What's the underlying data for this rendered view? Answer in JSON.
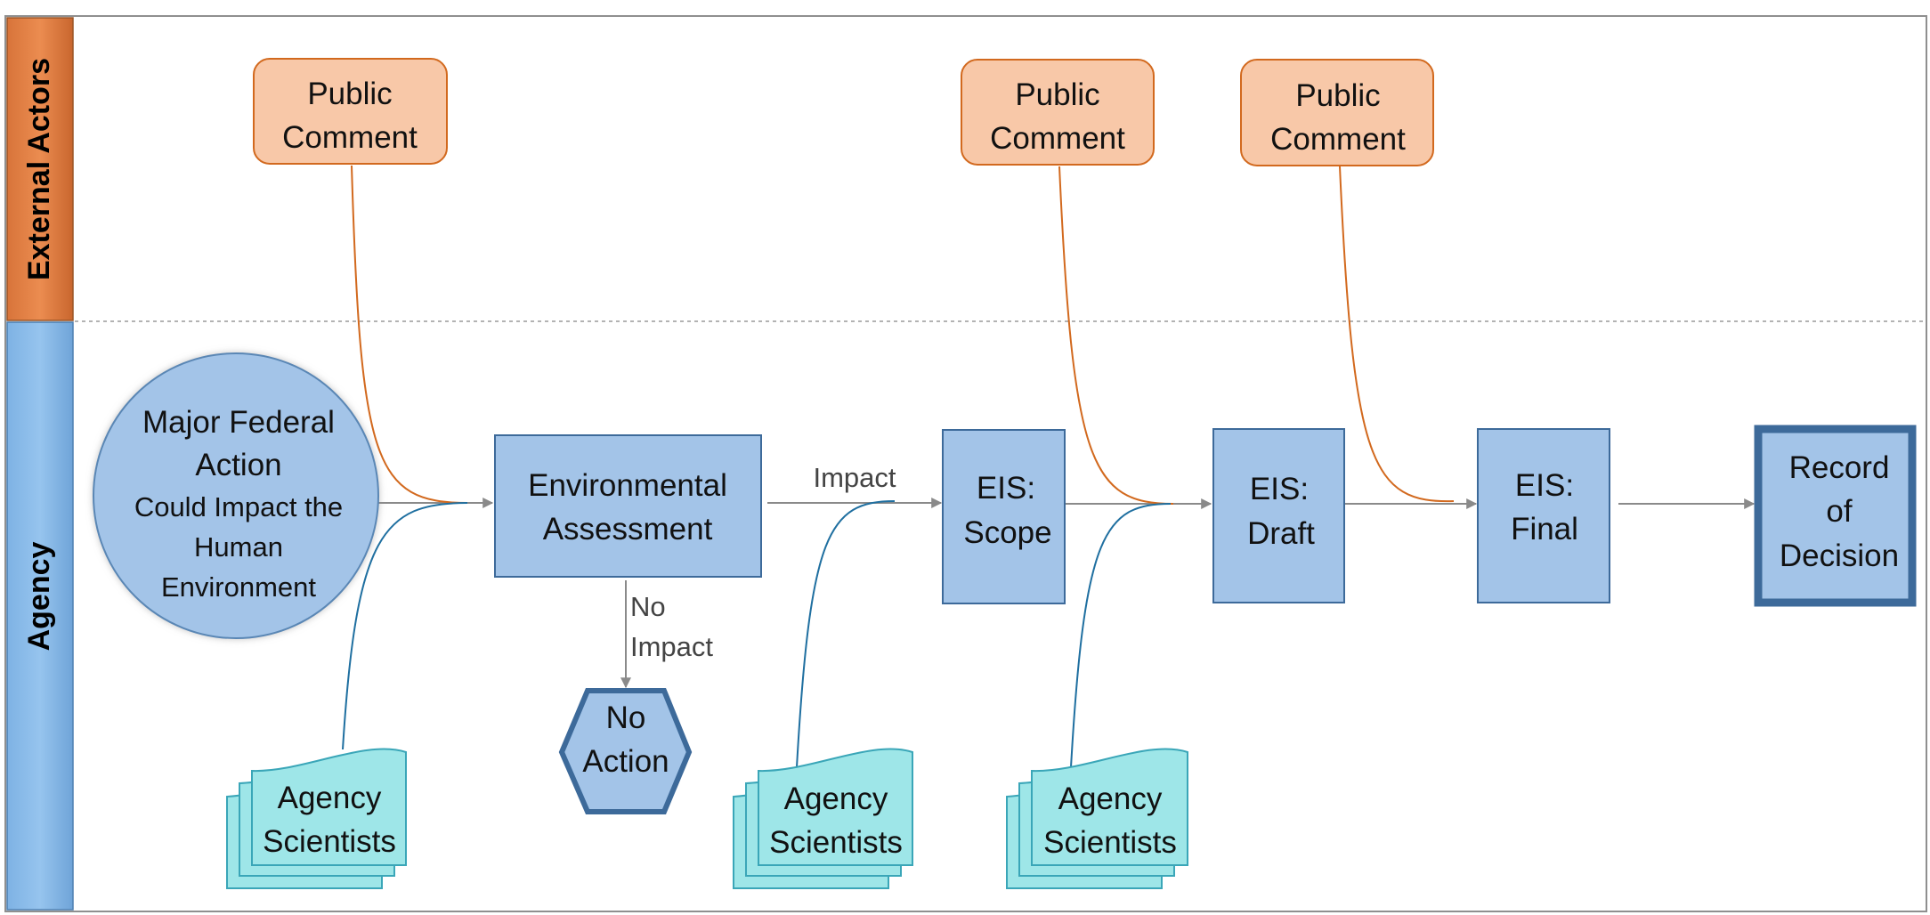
{
  "diagram": {
    "lanes": {
      "external": {
        "label": "External Actors",
        "color": "#E07F45"
      },
      "agency": {
        "label": "Agency",
        "color": "#8CBCE9"
      }
    },
    "nodes": {
      "major_action": {
        "line1": "Major Federal",
        "line2": "Action",
        "line3": "Could Impact the",
        "line4": "Human",
        "line5": "Environment"
      },
      "environmental_assessment": {
        "line1": "Environmental",
        "line2": "Assessment"
      },
      "no_action": {
        "line1": "No",
        "line2": "Action"
      },
      "eis_scope": {
        "line1": "EIS:",
        "line2": "Scope"
      },
      "eis_draft": {
        "line1": "EIS:",
        "line2": "Draft"
      },
      "eis_final": {
        "line1": "EIS:",
        "line2": "Final"
      },
      "record_of_decision": {
        "line1": "Record",
        "line2": "of",
        "line3": "Decision"
      },
      "public_comment_1": {
        "line1": "Public",
        "line2": "Comment"
      },
      "public_comment_2": {
        "line1": "Public",
        "line2": "Comment"
      },
      "public_comment_3": {
        "line1": "Public",
        "line2": "Comment"
      },
      "agency_scientists_1": {
        "line1": "Agency",
        "line2": "Scientists"
      },
      "agency_scientists_2": {
        "line1": "Agency",
        "line2": "Scientists"
      },
      "agency_scientists_3": {
        "line1": "Agency",
        "line2": "Scientists"
      }
    },
    "edges": {
      "impact": "Impact",
      "no_impact_line1": "No",
      "no_impact_line2": "Impact"
    },
    "colors": {
      "process_fill": "#A3C4E8",
      "process_stroke": "#3D6A9A",
      "comment_fill": "#F8C8A8",
      "comment_stroke": "#D2691E",
      "scientist_fill": "#9EE6E8",
      "scientist_stroke": "#3AA6B8",
      "comment_curve": "#D2691E",
      "scientist_curve": "#1F6FA0",
      "flow_arrow": "#8A8A8A"
    }
  }
}
